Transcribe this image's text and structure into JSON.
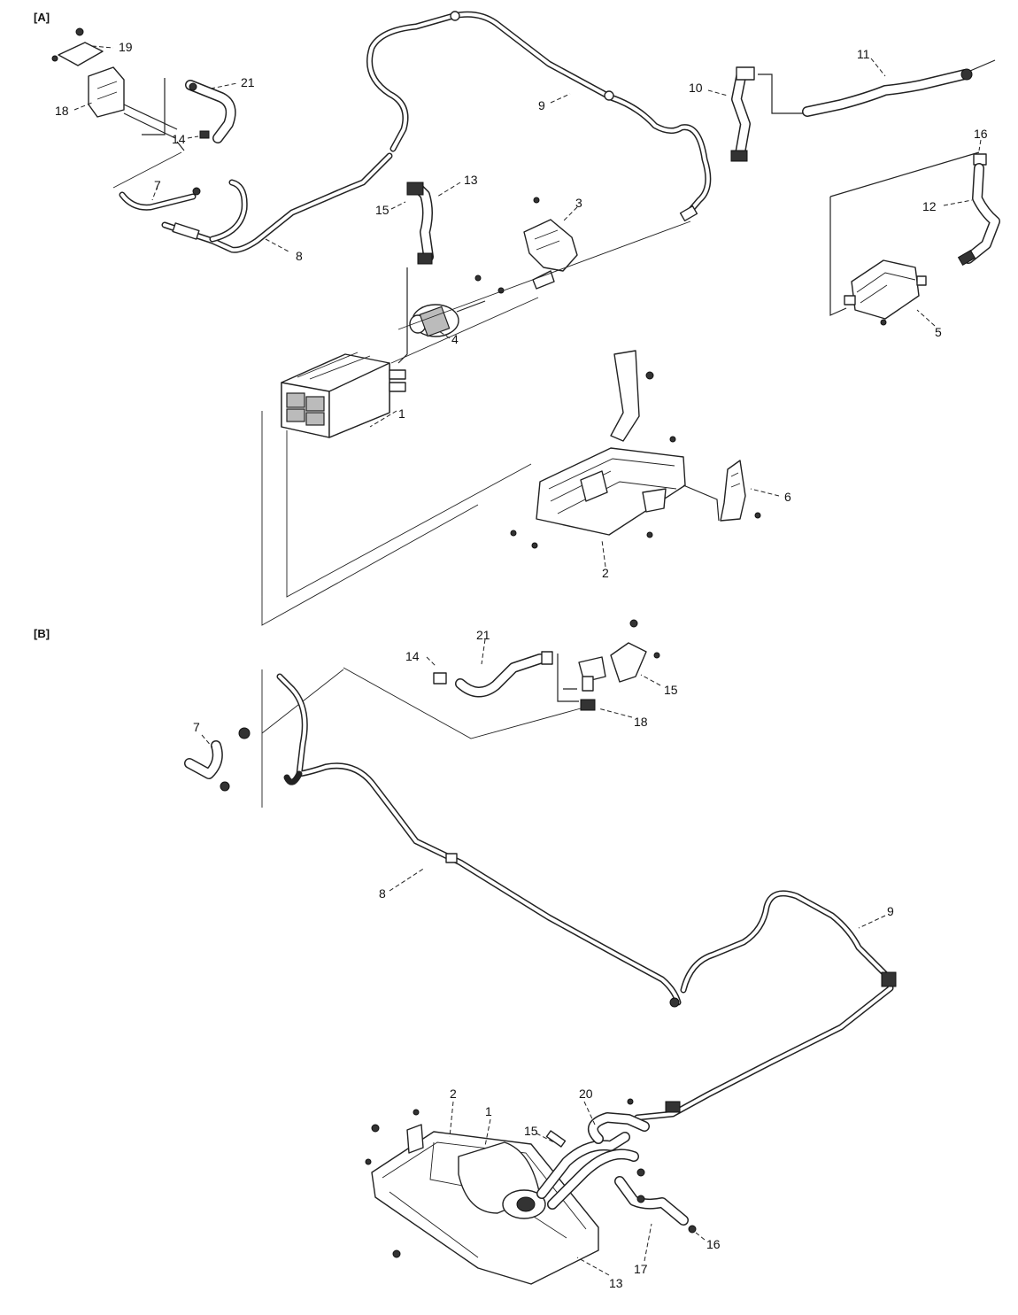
{
  "sections": {
    "a": "[A]",
    "b": "[B]"
  },
  "callouts_a": [
    "19",
    "21",
    "18",
    "14",
    "7",
    "8",
    "9",
    "10",
    "11",
    "16",
    "12",
    "15",
    "13",
    "3",
    "4",
    "1",
    "5",
    "6",
    "2"
  ],
  "callouts_b": [
    "21",
    "14",
    "15",
    "18",
    "7",
    "8",
    "9",
    "2",
    "1",
    "20",
    "15",
    "17",
    "16",
    "13"
  ]
}
